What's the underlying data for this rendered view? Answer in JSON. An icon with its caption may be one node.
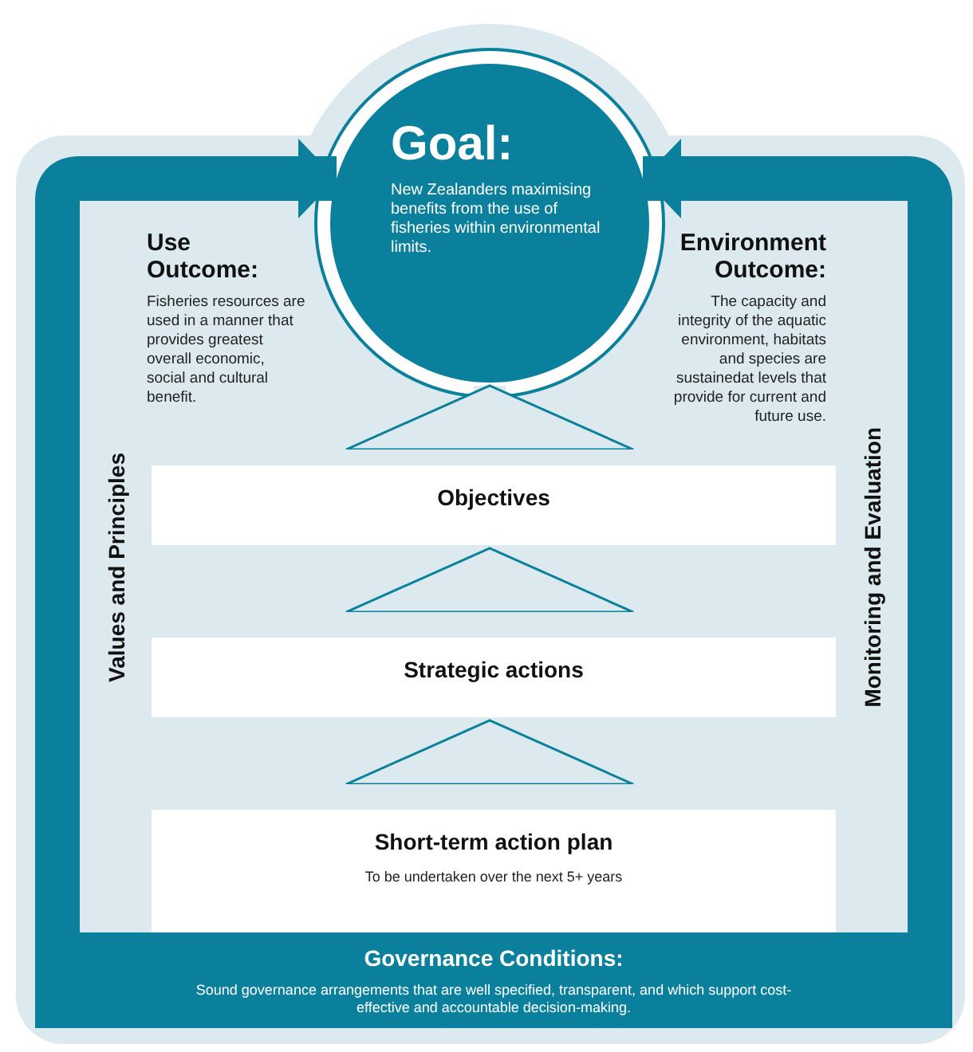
{
  "diagram": {
    "nodes": [
      {
        "text": [
          "Goal:",
          "New Zealanders maximising benefits from the use of fisheries within environmental limits."
        ]
      },
      {
        "text": [
          "Use Outcome:",
          "Fisheries resources are used in a manner that provides greatest overall economic, social and cultural benefit."
        ]
      },
      {
        "text": [
          "Environment Outcome:",
          "The capacity and integrity of the aquatic environment, habitats and species are sustainedat levels that provide for current and future use."
        ]
      },
      {
        "text": [
          "Values and Principles"
        ]
      },
      {
        "text": [
          "Monitoring and Evaluation"
        ]
      },
      {
        "text": [
          "Objectives"
        ]
      },
      {
        "text": [
          "Strategic actions"
        ]
      },
      {
        "text": [
          "Short-term action plan",
          "To be undertaken over the next 5+ years"
        ]
      },
      {
        "text": [
          "Governance Conditions:",
          "Sound governance arrangements that are well specified, transparent, and which support cost-effective and accountable decision-making."
        ]
      }
    ],
    "edges": [
      {
        "from": 5,
        "to": 0,
        "arrow": "to"
      },
      {
        "from": 6,
        "to": 5,
        "arrow": "to"
      },
      {
        "from": 7,
        "to": 6,
        "arrow": "to"
      },
      {
        "from": 8,
        "to": 0,
        "arrow": "to",
        "color": "#0a809c"
      },
      {
        "from": 8,
        "to": 0,
        "arrow": "to",
        "color": "#0a809c"
      }
    ]
  }
}
